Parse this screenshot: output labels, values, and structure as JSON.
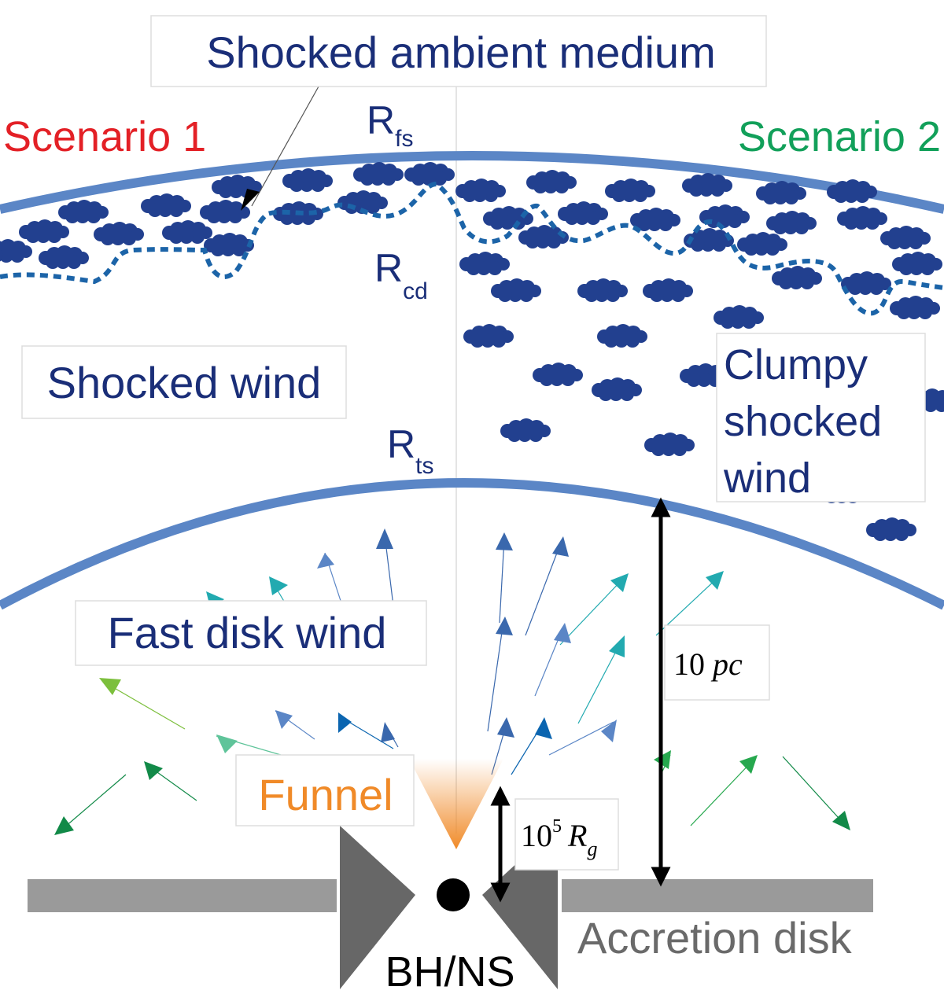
{
  "labels": {
    "shocked_ambient": "Shocked ambient medium",
    "scenario1": "Scenario 1",
    "scenario2": "Scenario 2",
    "r_fs_base": "R",
    "r_fs_sub": "fs",
    "r_cd_base": "R",
    "r_cd_sub": "cd",
    "r_ts_base": "R",
    "r_ts_sub": "ts",
    "shocked_wind": "Shocked wind",
    "clumpy_line1": "Clumpy",
    "clumpy_line2": "shocked",
    "clumpy_line3": "wind",
    "fast_disk_wind": "Fast disk wind",
    "funnel": "Funnel",
    "bh_ns": "BH/NS",
    "accretion_disk": "Accretion disk",
    "scale_10pc_num": "10",
    "scale_10pc_unit": "pc",
    "scale_rg_num": "10",
    "scale_rg_exp": "5",
    "scale_rg_unit": "R",
    "scale_rg_sub": "g"
  },
  "colors": {
    "title_navy": "#1a2e78",
    "scenario1_red": "#e32026",
    "scenario2_green": "#12a05a",
    "shock_blue": "#5b86c6",
    "cd_dashed": "#1c64a8",
    "clump_fill": "#22408f",
    "funnel_orange": "#f08a28",
    "disk_grey": "#9a9a9a",
    "torus_grey": "#676767",
    "accretion_text": "#6a6a6a"
  }
}
